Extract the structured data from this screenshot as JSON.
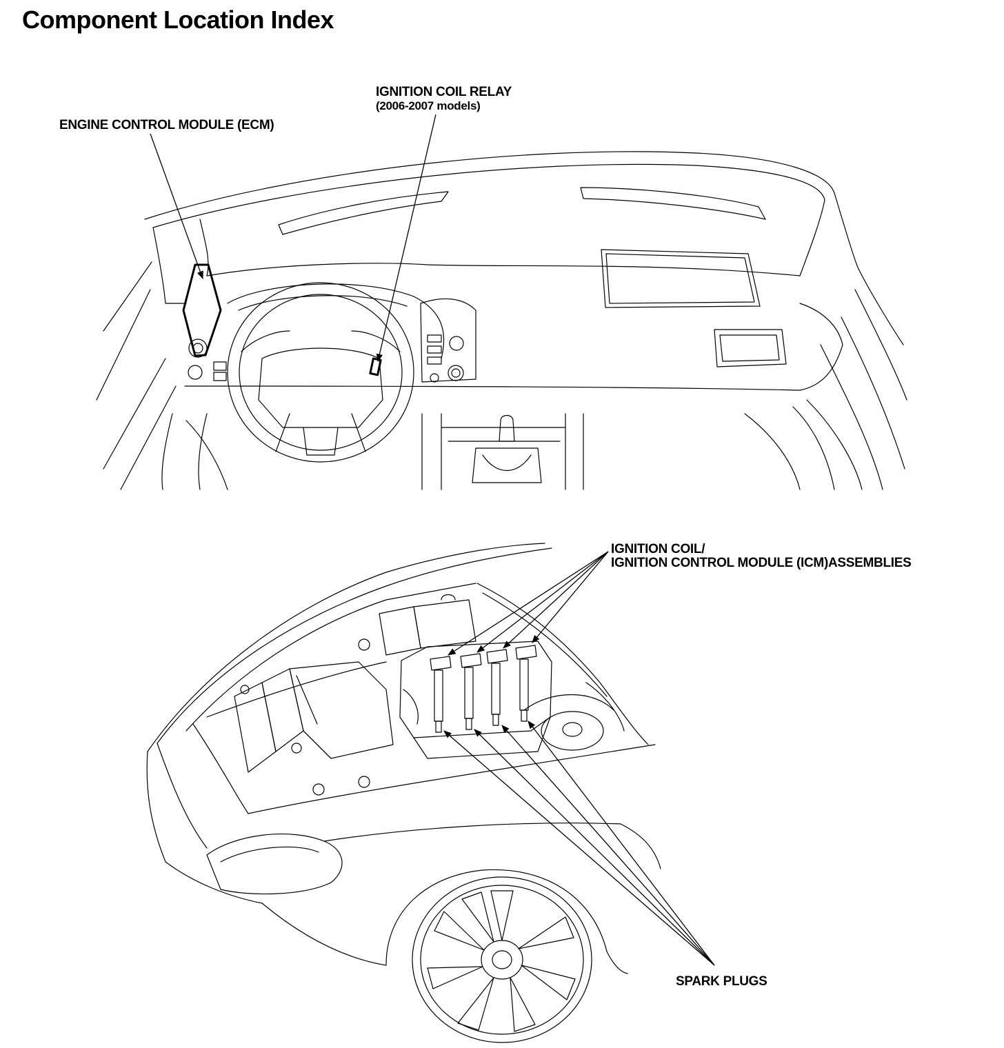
{
  "title": "Component Location Index",
  "labels": {
    "ecm": "ENGINE CONTROL MODULE (ECM)",
    "relay_line1": "IGNITION COIL RELAY",
    "relay_line2": "(2006-2007 models)",
    "coil_line1": "IGNITION COIL/",
    "coil_line2": "IGNITION CONTROL MODULE (ICM)ASSEMBLIES",
    "spark": "SPARK PLUGS"
  },
  "colors": {
    "ink": "#000000",
    "paper": "#ffffff"
  }
}
